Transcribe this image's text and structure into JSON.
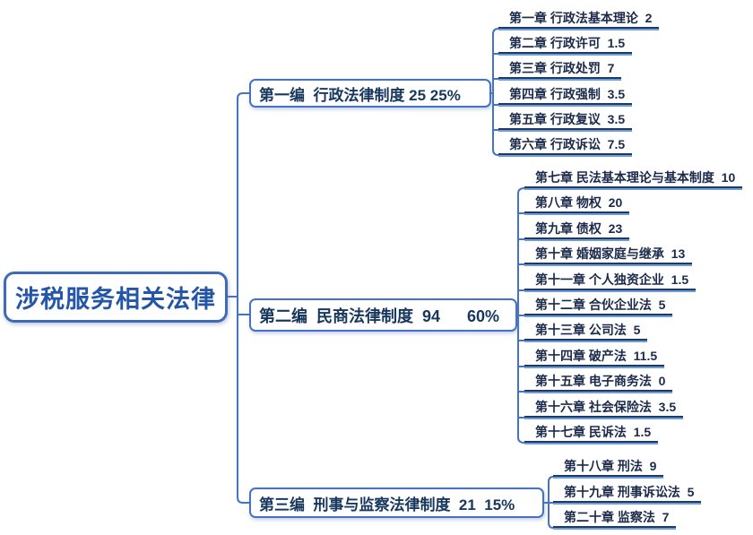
{
  "root": {
    "label": "涉税服务相关法律"
  },
  "branches": [
    {
      "display": "第一编  行政法律制度 25 25%",
      "title": "第一编 行政法律制度",
      "points": "25",
      "percent": "25%",
      "children": [
        {
          "chapter": "第一章",
          "title": "行政法基本理论",
          "points": "2"
        },
        {
          "chapter": "第二章",
          "title": "行政许可",
          "points": "1.5"
        },
        {
          "chapter": "第三章",
          "title": "行政处罚",
          "points": "7"
        },
        {
          "chapter": "第四章",
          "title": "行政强制",
          "points": "3.5"
        },
        {
          "chapter": "第五章",
          "title": "行政复议",
          "points": "3.5"
        },
        {
          "chapter": "第六章",
          "title": "行政诉讼",
          "points": "7.5"
        }
      ]
    },
    {
      "display": "第二编  民商法律制度  94      60%",
      "title": "第二编 民商法律制度",
      "points": "94",
      "percent": "60%",
      "children": [
        {
          "chapter": "第七章",
          "title": "民法基本理论与基本制度",
          "points": "10"
        },
        {
          "chapter": "第八章",
          "title": "物权",
          "points": "20"
        },
        {
          "chapter": "第九章",
          "title": "债权",
          "points": "23"
        },
        {
          "chapter": "第十章",
          "title": "婚姻家庭与继承",
          "points": "13"
        },
        {
          "chapter": "第十一章",
          "title": "个人独资企业",
          "points": "1.5"
        },
        {
          "chapter": "第十二章",
          "title": "合伙企业法",
          "points": "5"
        },
        {
          "chapter": "第十三章",
          "title": "公司法",
          "points": "5"
        },
        {
          "chapter": "第十四章",
          "title": "破产法",
          "points": "11.5"
        },
        {
          "chapter": "第十五章",
          "title": "电子商务法",
          "points": "0"
        },
        {
          "chapter": "第十六章",
          "title": "社会保险法",
          "points": "3.5"
        },
        {
          "chapter": "第十七章",
          "title": "民诉法",
          "points": "1.5"
        }
      ]
    },
    {
      "display": "第三编  刑事与监察法律制度  21  15%",
      "title": "第三编 刑事与监察法律制度",
      "points": "21",
      "percent": "15%",
      "children": [
        {
          "chapter": "第十八章",
          "title": "刑法",
          "points": "9"
        },
        {
          "chapter": "第十九章",
          "title": "刑事诉讼法",
          "points": "5"
        },
        {
          "chapter": "第二十章",
          "title": "监察法",
          "points": "7"
        }
      ]
    }
  ],
  "colors": {
    "connector": "#4472C4",
    "root_text": "#2456A8",
    "root_border": "#3F6AB5",
    "branch_text": "#17375E",
    "branch_border": "#4472C4",
    "leaf_text": "#1B2A4A",
    "leaf_underline_dark": "#1F3864",
    "leaf_underline_light": "#6D9ED9",
    "background": "#FFFFFF"
  }
}
